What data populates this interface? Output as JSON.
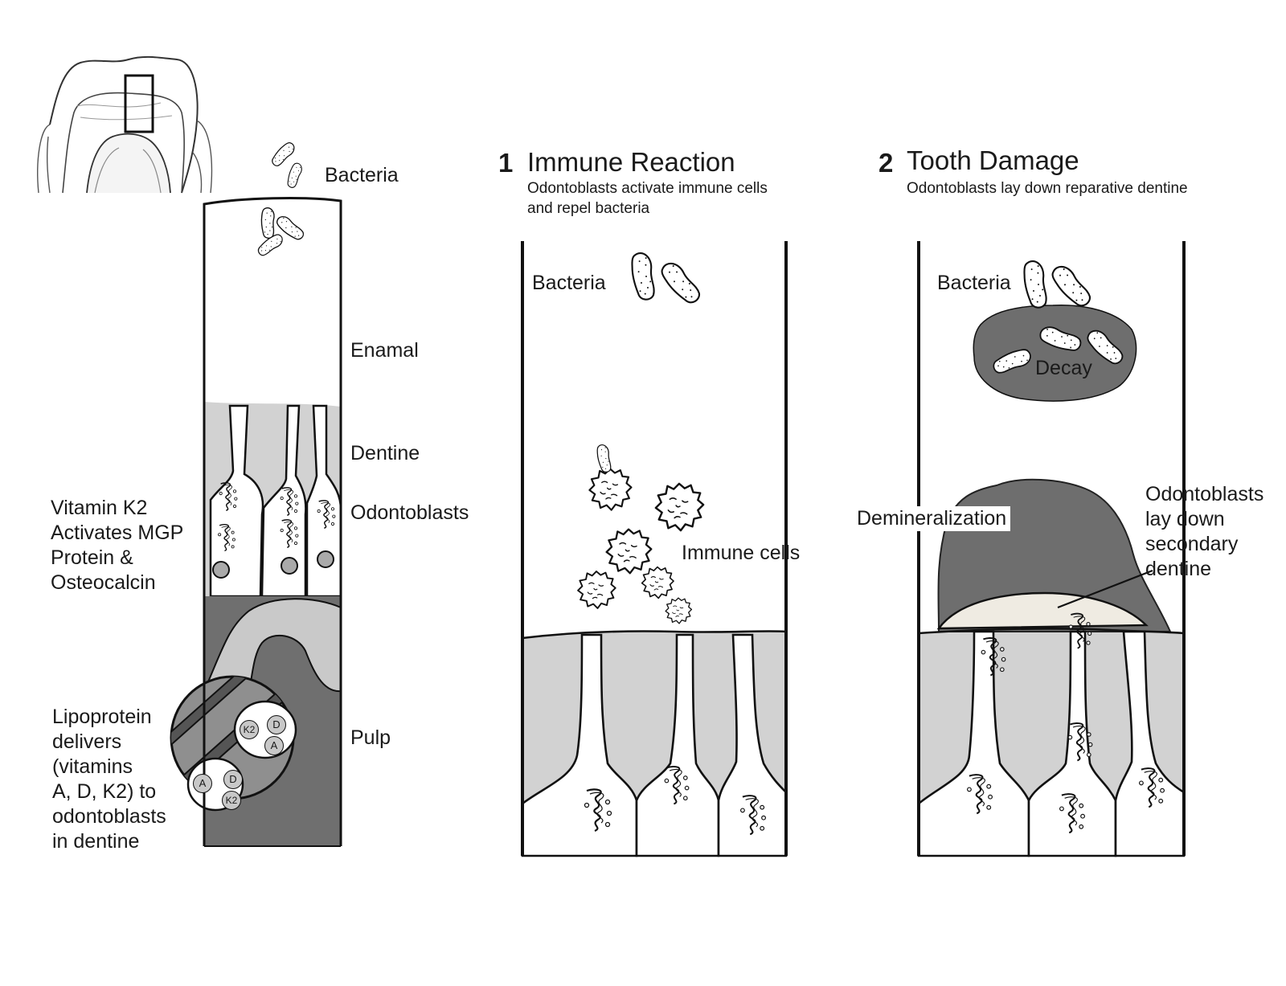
{
  "panel0": {
    "bacteria_label": "Bacteria",
    "enamel_label": "Enamal",
    "dentine_label": "Dentine",
    "odontoblasts_label": "Odontoblasts",
    "pulp_label": "Pulp",
    "vitamin_note": "Vitamin K2\nActivates MGP\nProtein &\nOsteocalcin",
    "lipoprotein_note": "Lipoprotein\ndelivers\n(vitamins\nA, D, K2) to\nodontoblasts\nin dentine",
    "vitamin_tags": [
      "K2",
      "D",
      "A",
      "A",
      "D",
      "K2"
    ]
  },
  "panel1": {
    "number": "1",
    "title": "Immune Reaction",
    "subtitle": "Odontoblasts activate immune cells\nand repel bacteria",
    "bacteria_label": "Bacteria",
    "immune_label": "Immune cells"
  },
  "panel2": {
    "number": "2",
    "title": "Tooth Damage",
    "subtitle": "Odontoblasts lay down reparative dentine",
    "bacteria_label": "Bacteria",
    "decay_label": "Decay",
    "demineralization_label": "Demineralization",
    "secondary_note": "Odontoblasts\nlay down\nsecondary\ndentine"
  },
  "colors": {
    "ink": "#111111",
    "dentine": "#d2d2d2",
    "pulp": "#6f6f6f",
    "decay": "#6e6e6e",
    "cell": "#ffffff",
    "sclerotic": "#efebe2"
  }
}
